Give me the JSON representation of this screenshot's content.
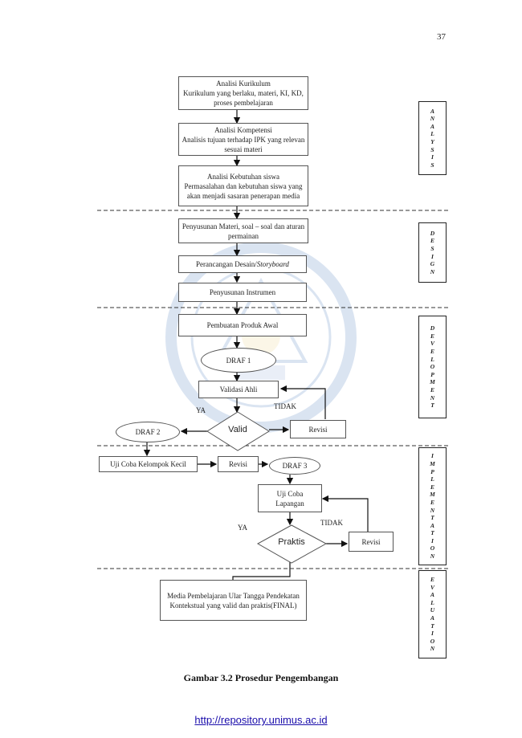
{
  "page_number": "37",
  "nodes": {
    "analisis_kurikulum": "Analisi Kurikulum\nKurikulum yang berlaku, materi, KI, KD, proses pembelajaran",
    "analisis_kompetensi": "Analisi Kompetensi\nAnalisis tujuan terhadap IPK yang relevan sesuai materi",
    "analisis_kebutuhan": "Analisi Kebutuhan siswa\nPermasalahan dan kebutuhan siswa yang akan menjadi sasaran penerapan media",
    "penyusunan_materi": "Penyusunan Materi, soal – soal dan aturan permainan",
    "perancangan_desain": "Perancangan Desain/",
    "perancangan_desain_italic": "Storyboard",
    "penyusunan_instrumen": "Penyusunan Instrumen",
    "pembuatan_produk": "Pembuatan Produk Awal",
    "draf1": "DRAF 1",
    "validasi_ahli": "Validasi Ahli",
    "valid": "Valid",
    "revisi1": "Revisi",
    "draf2": "DRAF 2",
    "uji_coba_kecil": "Uji Coba Kelompok Kecil",
    "revisi2": "Revisi",
    "draf3": "DRAF 3",
    "uji_coba_lapangan": "Uji Coba\nLapangan",
    "praktis": "Praktis",
    "revisi3": "Revisi",
    "final": "Media Pembelajaran Ular Tangga Pendekatan Kontekstual yang valid dan praktis(FINAL)"
  },
  "edge_labels": {
    "ya1": "YA",
    "tidak1": "TIDAK",
    "ya2": "YA",
    "tidak2": "TIDAK"
  },
  "phases": [
    {
      "name": "ANALYSIS"
    },
    {
      "name": "DESIGN"
    },
    {
      "name": "DEVELOPMENT"
    },
    {
      "name": "IMPLEMENTATION"
    },
    {
      "name": "EVALUATION"
    }
  ],
  "caption": "Gambar 3.2 Prosedur Pengembangan",
  "footer_url": "http://repository.unimus.ac.id"
}
